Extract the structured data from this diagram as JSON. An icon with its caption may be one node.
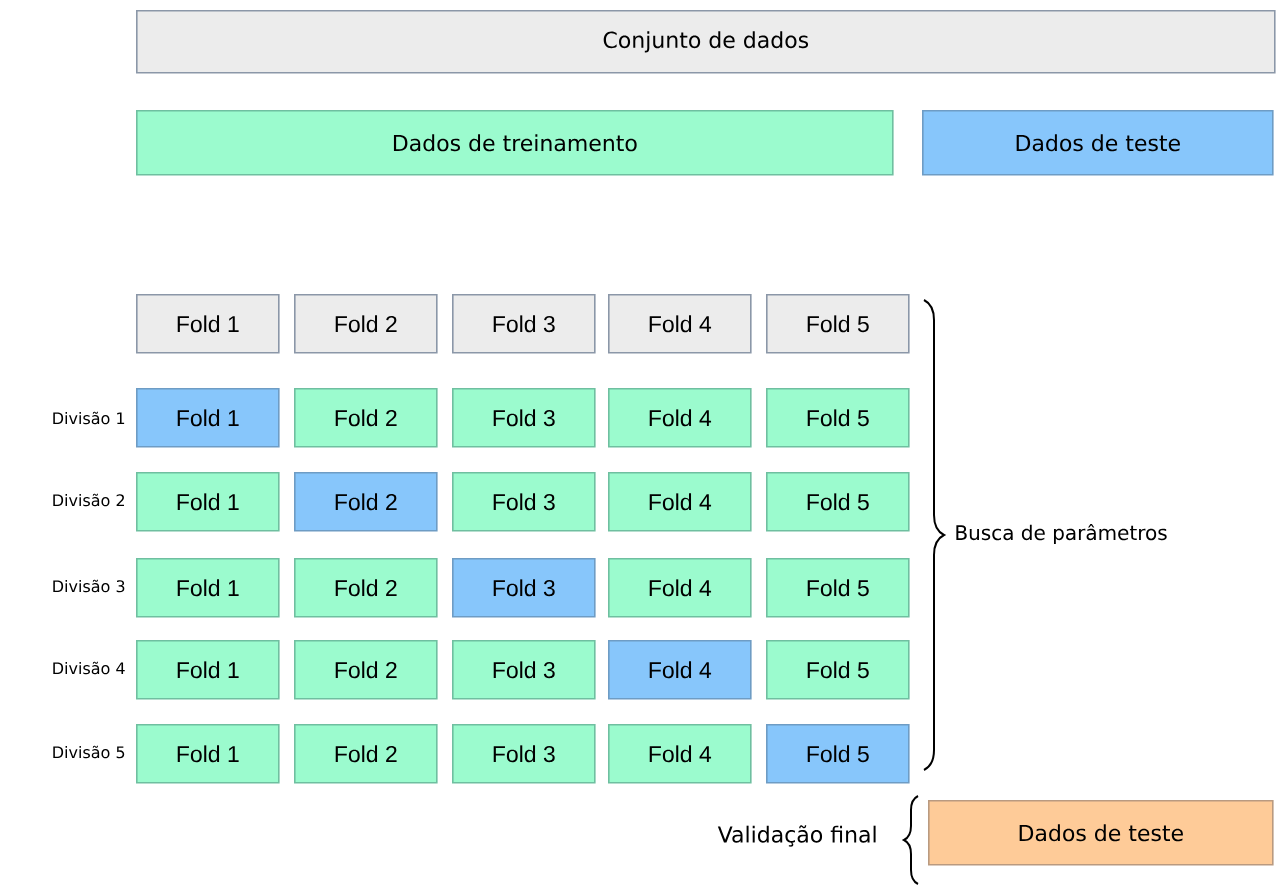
{
  "diagram": {
    "nodes": [
      {
        "text": [
          "Conjunto de dados"
        ]
      },
      {
        "text": [
          "Dados de treinamento"
        ]
      },
      {
        "text": [
          "Dados de teste"
        ]
      },
      {
        "text": [
          "Fold 1"
        ]
      },
      {
        "text": [
          "Fold 2"
        ]
      },
      {
        "text": [
          "Fold 3"
        ]
      },
      {
        "text": [
          "Fold 4"
        ]
      },
      {
        "text": [
          "Fold 5"
        ]
      },
      {
        "text": [
          "Fold 1"
        ]
      },
      {
        "text": [
          "Fold 2"
        ]
      },
      {
        "text": [
          "Fold 3"
        ]
      },
      {
        "text": [
          "Fold 4"
        ]
      },
      {
        "text": [
          "Fold 5"
        ]
      },
      {
        "text": [
          "Fold 1"
        ]
      },
      {
        "text": [
          "Fold 2"
        ]
      },
      {
        "text": [
          "Fold 3"
        ]
      },
      {
        "text": [
          "Fold 4"
        ]
      },
      {
        "text": [
          "Fold 5"
        ]
      },
      {
        "text": [
          "Fold 1"
        ]
      },
      {
        "text": [
          "Fold 2"
        ]
      },
      {
        "text": [
          "Fold 3"
        ]
      },
      {
        "text": [
          "Fold 4"
        ]
      },
      {
        "text": [
          "Fold 5"
        ]
      },
      {
        "text": [
          "Fold 1"
        ]
      },
      {
        "text": [
          "Fold 2"
        ]
      },
      {
        "text": [
          "Fold 3"
        ]
      },
      {
        "text": [
          "Fold 4"
        ]
      },
      {
        "text": [
          "Fold 5"
        ]
      },
      {
        "text": [
          "Fold 1"
        ]
      },
      {
        "text": [
          "Fold 2"
        ]
      },
      {
        "text": [
          "Fold 3"
        ]
      },
      {
        "text": [
          "Fold 4"
        ]
      },
      {
        "text": [
          "Fold 5"
        ]
      },
      {
        "text": [
          "Dados de teste"
        ]
      }
    ],
    "labels": [
      "Divisão 1",
      "Divisão 2",
      "Busca de parâmetros",
      "Divisão 3",
      "Divisão 4",
      "Divisão 5",
      "Validação final"
    ]
  }
}
